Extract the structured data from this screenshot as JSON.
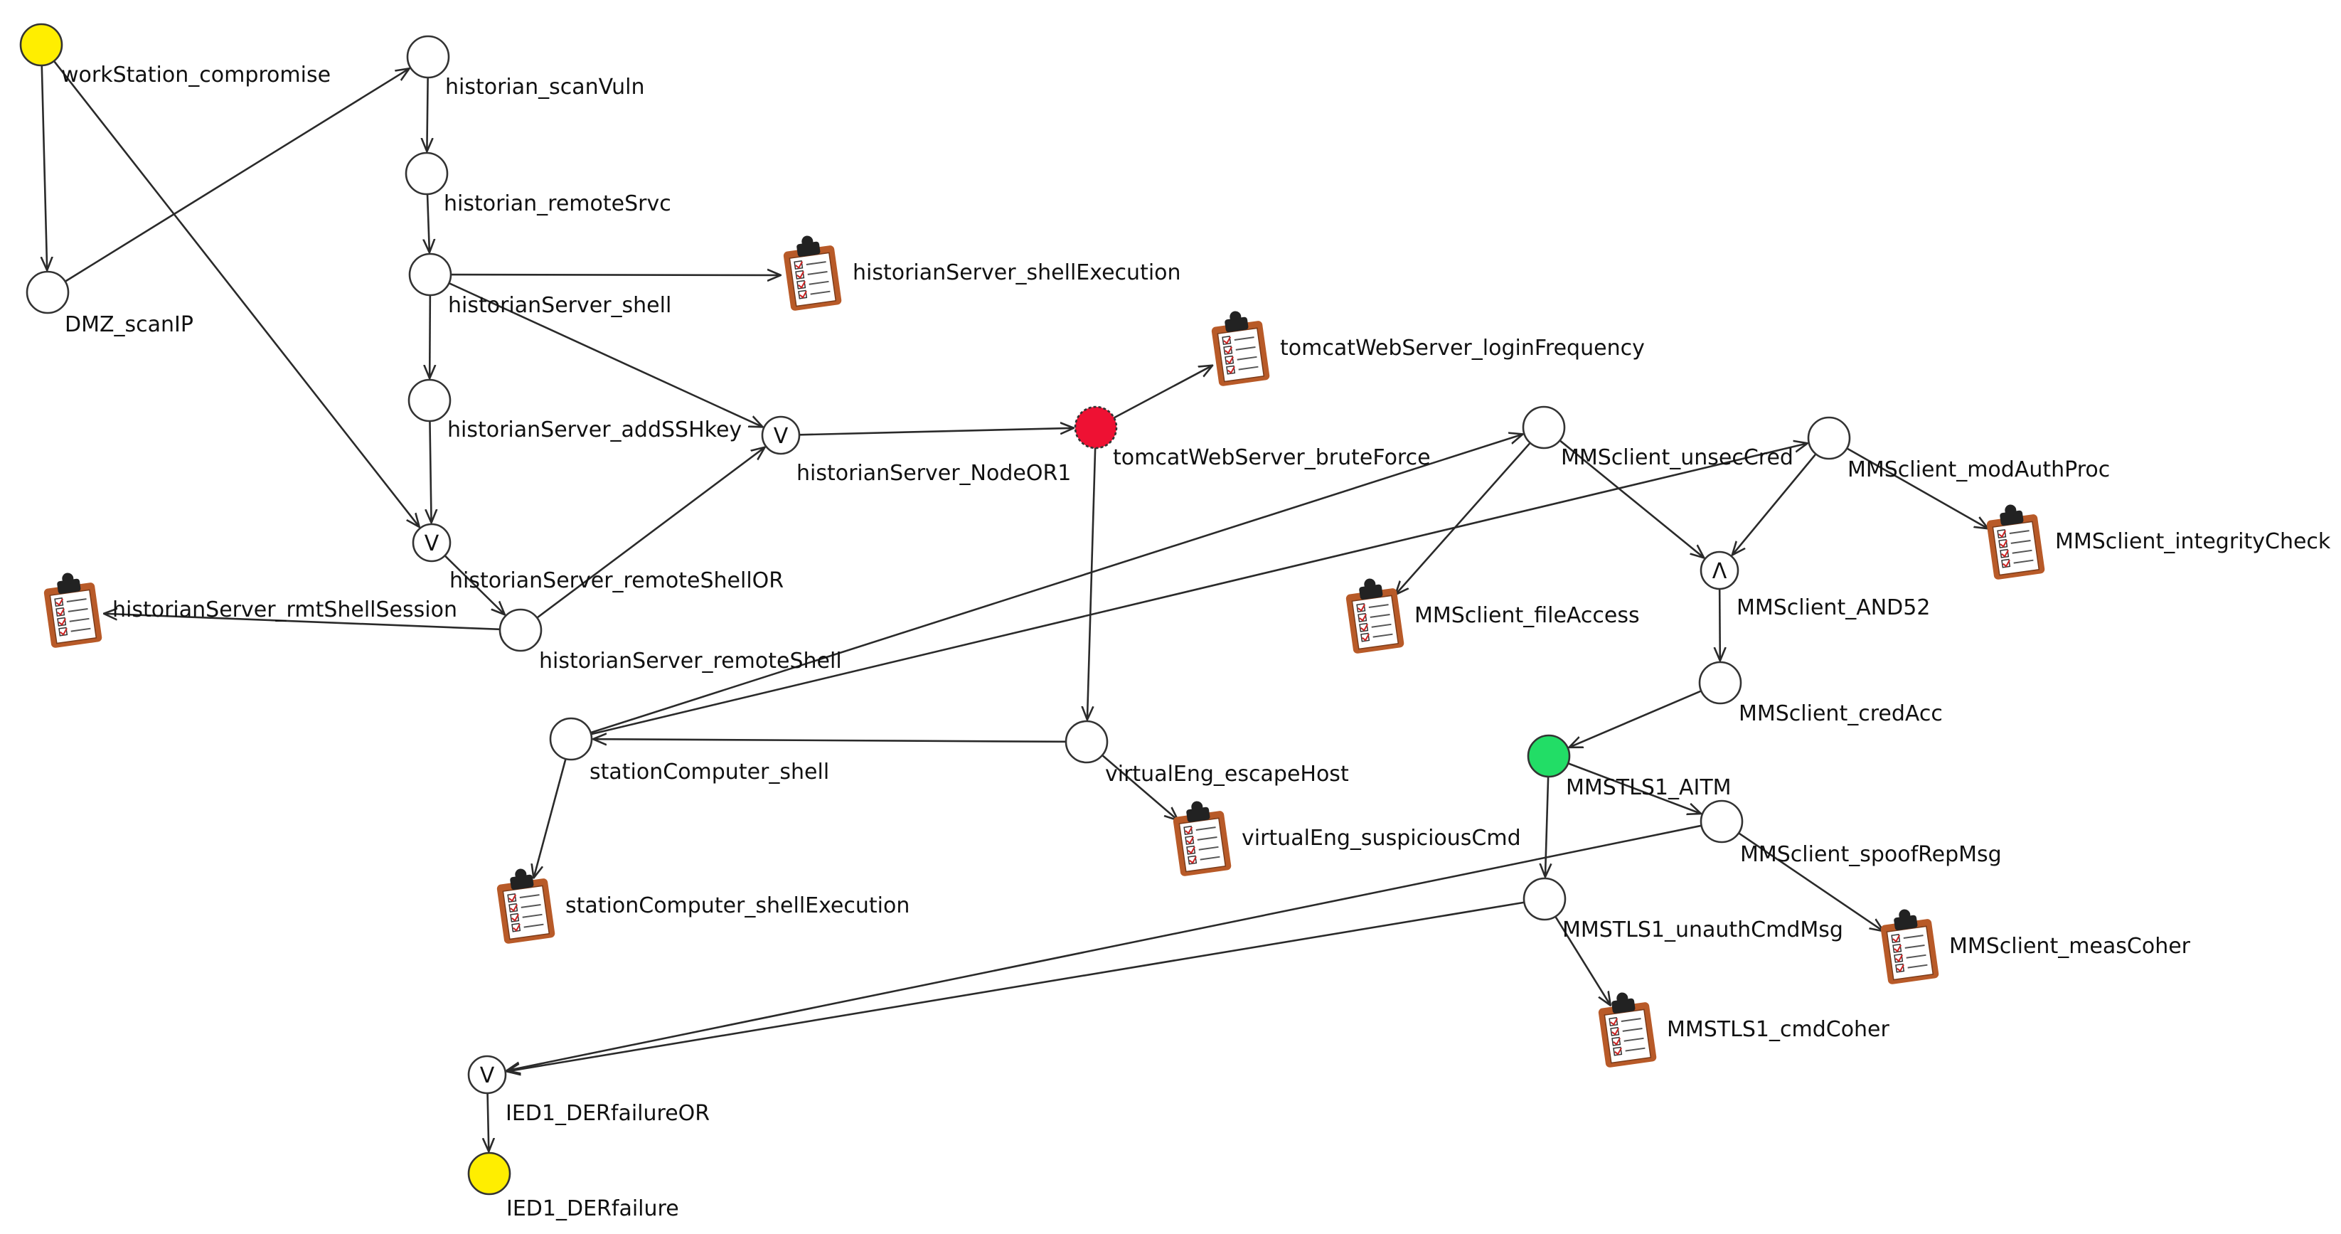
{
  "colors": {
    "edge": "#2a2a2a",
    "plain": "#ffffff",
    "start": "#ffee00",
    "goal": "#ffee00",
    "alert": "#ee1133",
    "mitm": "#22dd66",
    "clipboard_frame": "#b85a28",
    "clipboard_paper": "#ffffff",
    "check": "#cc2222"
  },
  "nodes": [
    {
      "id": "workStation_compromise",
      "label": "workStation_compromise",
      "kind": "circle",
      "fill": "start"
    },
    {
      "id": "historian_scanVuln",
      "label": "historian_scanVuln",
      "kind": "circle",
      "fill": "plain"
    },
    {
      "id": "DMZ_scanIP",
      "label": "DMZ_scanIP",
      "kind": "circle",
      "fill": "plain"
    },
    {
      "id": "historian_remoteSrvc",
      "label": "historian_remoteSrvc",
      "kind": "circle",
      "fill": "plain"
    },
    {
      "id": "historianServer_shell",
      "label": "historianServer_shell",
      "kind": "circle",
      "fill": "plain"
    },
    {
      "id": "historianServer_shellExecution",
      "label": "historianServer_shellExecution",
      "kind": "clipboard"
    },
    {
      "id": "historianServer_addSSHkey",
      "label": "historianServer_addSSHkey",
      "kind": "circle",
      "fill": "plain"
    },
    {
      "id": "historianServer_NodeOR1",
      "label": "historianServer_NodeOR1",
      "kind": "or"
    },
    {
      "id": "tomcatWebServer_bruteForce",
      "label": "tomcatWebServer_bruteForce",
      "kind": "circle",
      "fill": "alert"
    },
    {
      "id": "tomcatWebServer_loginFrequency",
      "label": "tomcatWebServer_loginFrequency",
      "kind": "clipboard"
    },
    {
      "id": "historianServer_remoteShellOR",
      "label": "historianServer_remoteShellOR",
      "kind": "or"
    },
    {
      "id": "historianServer_remoteShell",
      "label": "historianServer_remoteShell",
      "kind": "circle",
      "fill": "plain"
    },
    {
      "id": "historianServer_rmtShellSession",
      "label": "historianServer_rmtShellSession",
      "kind": "clipboard"
    },
    {
      "id": "MMSclient_unsecCred",
      "label": "MMSclient_unsecCred",
      "kind": "circle",
      "fill": "plain"
    },
    {
      "id": "MMSclient_modAuthProc",
      "label": "MMSclient_modAuthProc",
      "kind": "circle",
      "fill": "plain"
    },
    {
      "id": "MMSclient_integrityCheck",
      "label": "MMSclient_integrityCheck",
      "kind": "clipboard"
    },
    {
      "id": "MMSclient_fileAccess",
      "label": "MMSclient_fileAccess",
      "kind": "clipboard"
    },
    {
      "id": "MMSclient_AND52",
      "label": "MMSclient_AND52",
      "kind": "and"
    },
    {
      "id": "MMSclient_credAcc",
      "label": "MMSclient_credAcc",
      "kind": "circle",
      "fill": "plain"
    },
    {
      "id": "stationComputer_shell",
      "label": "stationComputer_shell",
      "kind": "circle",
      "fill": "plain"
    },
    {
      "id": "virtualEng_escapeHost",
      "label": "virtualEng_escapeHost",
      "kind": "circle",
      "fill": "plain"
    },
    {
      "id": "MMSTLS1_AITM",
      "label": "MMSTLS1_AITM",
      "kind": "circle",
      "fill": "mitm"
    },
    {
      "id": "virtualEng_suspiciousCmd",
      "label": "virtualEng_suspiciousCmd",
      "kind": "clipboard"
    },
    {
      "id": "MMSclient_spoofRepMsg",
      "label": "MMSclient_spoofRepMsg",
      "kind": "circle",
      "fill": "plain"
    },
    {
      "id": "stationComputer_shellExecution",
      "label": "stationComputer_shellExecution",
      "kind": "clipboard"
    },
    {
      "id": "MMSTLS1_unauthCmdMsg",
      "label": "MMSTLS1_unauthCmdMsg",
      "kind": "circle",
      "fill": "plain"
    },
    {
      "id": "MMSclient_measCoher",
      "label": "MMSclient_measCoher",
      "kind": "clipboard"
    },
    {
      "id": "MMSTLS1_cmdCoher",
      "label": "MMSTLS1_cmdCoher",
      "kind": "clipboard"
    },
    {
      "id": "IED1_DERfailureOR",
      "label": "IED1_DERfailureOR",
      "kind": "or"
    },
    {
      "id": "IED1_DERfailure",
      "label": "IED1_DERfailure",
      "kind": "circle",
      "fill": "goal"
    }
  ],
  "edges": [
    {
      "from": "workStation_compromise",
      "to": "DMZ_scanIP"
    },
    {
      "from": "workStation_compromise",
      "to": "historianServer_remoteShellOR"
    },
    {
      "from": "DMZ_scanIP",
      "to": "historian_scanVuln"
    },
    {
      "from": "historian_scanVuln",
      "to": "historian_remoteSrvc"
    },
    {
      "from": "historian_remoteSrvc",
      "to": "historianServer_shell"
    },
    {
      "from": "historianServer_shell",
      "to": "historianServer_shellExecution"
    },
    {
      "from": "historianServer_shell",
      "to": "historianServer_addSSHkey"
    },
    {
      "from": "historianServer_shell",
      "to": "historianServer_NodeOR1"
    },
    {
      "from": "historianServer_addSSHkey",
      "to": "historianServer_remoteShellOR"
    },
    {
      "from": "historianServer_remoteShellOR",
      "to": "historianServer_remoteShell"
    },
    {
      "from": "historianServer_remoteShell",
      "to": "historianServer_NodeOR1"
    },
    {
      "from": "historianServer_remoteShell",
      "to": "historianServer_rmtShellSession"
    },
    {
      "from": "historianServer_NodeOR1",
      "to": "tomcatWebServer_bruteForce"
    },
    {
      "from": "tomcatWebServer_bruteForce",
      "to": "tomcatWebServer_loginFrequency"
    },
    {
      "from": "tomcatWebServer_bruteForce",
      "to": "virtualEng_escapeHost"
    },
    {
      "from": "virtualEng_escapeHost",
      "to": "stationComputer_shell"
    },
    {
      "from": "virtualEng_escapeHost",
      "to": "virtualEng_suspiciousCmd"
    },
    {
      "from": "stationComputer_shell",
      "to": "MMSclient_unsecCred"
    },
    {
      "from": "stationComputer_shell",
      "to": "MMSclient_modAuthProc"
    },
    {
      "from": "stationComputer_shell",
      "to": "stationComputer_shellExecution"
    },
    {
      "from": "MMSclient_unsecCred",
      "to": "MMSclient_fileAccess"
    },
    {
      "from": "MMSclient_unsecCred",
      "to": "MMSclient_AND52"
    },
    {
      "from": "MMSclient_modAuthProc",
      "to": "MMSclient_AND52"
    },
    {
      "from": "MMSclient_modAuthProc",
      "to": "MMSclient_integrityCheck"
    },
    {
      "from": "MMSclient_AND52",
      "to": "MMSclient_credAcc"
    },
    {
      "from": "MMSclient_credAcc",
      "to": "MMSTLS1_AITM"
    },
    {
      "from": "MMSTLS1_AITM",
      "to": "MMSclient_spoofRepMsg"
    },
    {
      "from": "MMSTLS1_AITM",
      "to": "MMSTLS1_unauthCmdMsg"
    },
    {
      "from": "MMSclient_spoofRepMsg",
      "to": "MMSclient_measCoher"
    },
    {
      "from": "MMSclient_spoofRepMsg",
      "to": "IED1_DERfailureOR"
    },
    {
      "from": "MMSTLS1_unauthCmdMsg",
      "to": "MMSTLS1_cmdCoher"
    },
    {
      "from": "MMSTLS1_unauthCmdMsg",
      "to": "IED1_DERfailureOR"
    },
    {
      "from": "IED1_DERfailureOR",
      "to": "IED1_DERfailure"
    }
  ]
}
